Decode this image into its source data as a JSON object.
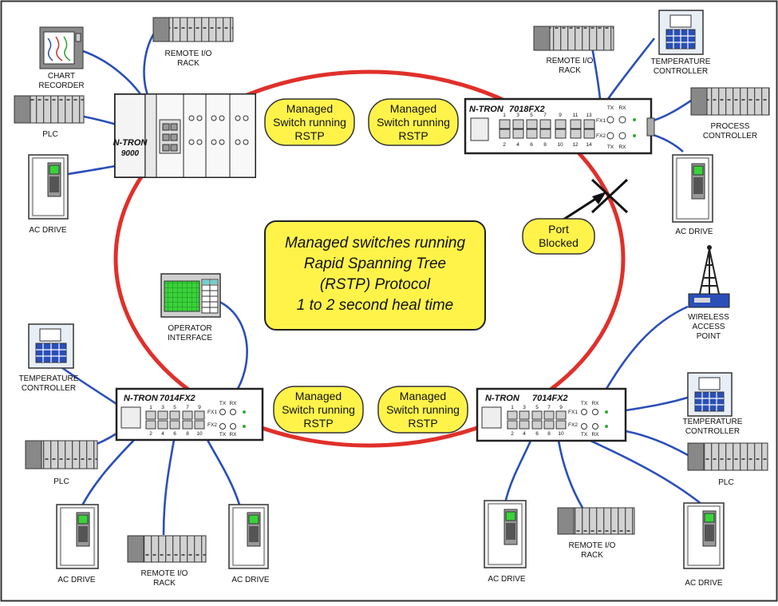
{
  "center_note": {
    "lines": [
      "Managed switches running",
      "Rapid Spanning Tree",
      "(RSTP) Protocol",
      "1 to 2 second heal time"
    ]
  },
  "rstp_bubbles": [
    {
      "lines": [
        "Managed",
        "Switch running",
        "RSTP"
      ]
    },
    {
      "lines": [
        "Managed",
        "Switch running",
        "RSTP"
      ]
    },
    {
      "lines": [
        "Managed",
        "Switch running",
        "RSTP"
      ]
    },
    {
      "lines": [
        "Managed",
        "Switch running",
        "RSTP"
      ]
    }
  ],
  "port_blocked": {
    "lines": [
      "Port",
      "Blocked"
    ]
  },
  "switches": {
    "sw9000": {
      "brand": "N-TRON",
      "model": "9000"
    },
    "sw7018": {
      "brand": "N-TRON",
      "model": "7018FX2",
      "top_ports": [
        "1",
        "3",
        "5",
        "7",
        "9",
        "11",
        "13"
      ],
      "bottom_ports": [
        "2",
        "4",
        "6",
        "8",
        "10",
        "12",
        "14"
      ],
      "fx": [
        "FX1",
        "FX2"
      ],
      "txrx": [
        "TX",
        "RX"
      ]
    },
    "sw7014a": {
      "brand": "N-TRON",
      "model": "7014FX2",
      "top_ports": [
        "1",
        "3",
        "5",
        "7",
        "9"
      ],
      "bottom_ports": [
        "2",
        "4",
        "6",
        "8",
        "10"
      ],
      "fx": [
        "FX1",
        "FX2"
      ],
      "txrx": [
        "TX",
        "RX"
      ]
    },
    "sw7014b": {
      "brand": "N-TRON",
      "model": "7014FX2",
      "top_ports": [
        "1",
        "3",
        "5",
        "7",
        "9"
      ],
      "bottom_ports": [
        "2",
        "4",
        "6",
        "8",
        "10"
      ],
      "fx": [
        "FX1",
        "FX2"
      ],
      "txrx": [
        "TX",
        "RX"
      ]
    }
  },
  "devices": {
    "chart_recorder": {
      "lines": [
        "CHART",
        "RECORDER"
      ]
    },
    "remote_io_tl": {
      "lines": [
        "REMOTE I/O",
        "RACK"
      ]
    },
    "plc_tl": {
      "lines": [
        "PLC"
      ]
    },
    "ac_drive_tl": {
      "lines": [
        "AC DRIVE"
      ]
    },
    "remote_io_tr": {
      "lines": [
        "REMOTE I/O",
        "RACK"
      ]
    },
    "temp_ctrl_tr": {
      "lines": [
        "TEMPERATURE",
        "CONTROLLER"
      ]
    },
    "process_ctrl": {
      "lines": [
        "PROCESS",
        "CONTROLLER"
      ]
    },
    "ac_drive_tr": {
      "lines": [
        "AC DRIVE"
      ]
    },
    "wireless_ap": {
      "lines": [
        "WIRELESS",
        "ACCESS",
        "POINT"
      ]
    },
    "operator_if": {
      "lines": [
        "OPERATOR",
        "INTERFACE"
      ]
    },
    "temp_ctrl_bl": {
      "lines": [
        "TEMPERATURE",
        "CONTROLLER"
      ]
    },
    "plc_bl": {
      "lines": [
        "PLC"
      ]
    },
    "ac_drive_bl1": {
      "lines": [
        "AC DRIVE"
      ]
    },
    "remote_io_bl": {
      "lines": [
        "REMOTE I/O",
        "RACK"
      ]
    },
    "ac_drive_bl2": {
      "lines": [
        "AC DRIVE"
      ]
    },
    "temp_ctrl_br": {
      "lines": [
        "TEMPERATURE",
        "CONTROLLER"
      ]
    },
    "plc_br": {
      "lines": [
        "PLC"
      ]
    },
    "ac_drive_br1": {
      "lines": [
        "AC DRIVE"
      ]
    },
    "remote_io_br": {
      "lines": [
        "REMOTE I/O",
        "RACK"
      ]
    },
    "ac_drive_br2": {
      "lines": [
        "AC DRIVE"
      ]
    }
  },
  "colors": {
    "ring": "#e0302a",
    "cable": "#2a4fb8",
    "note_fill": "#fff34a",
    "bubble_fill": "#fff34a"
  }
}
